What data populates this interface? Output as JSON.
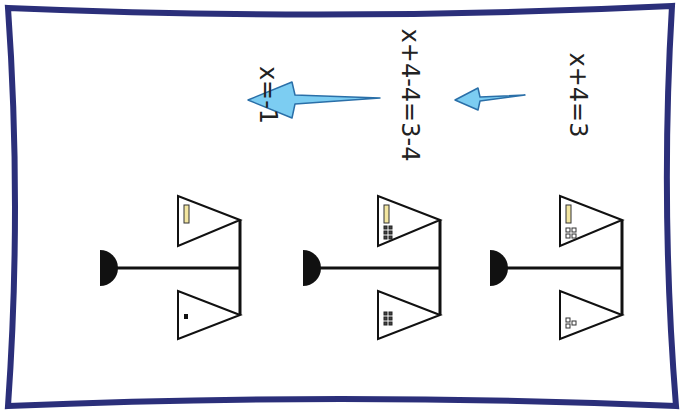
{
  "diagram": {
    "labels": [
      "x+4=3",
      "x+4-4=3-4",
      "x=-1"
    ]
  }
}
